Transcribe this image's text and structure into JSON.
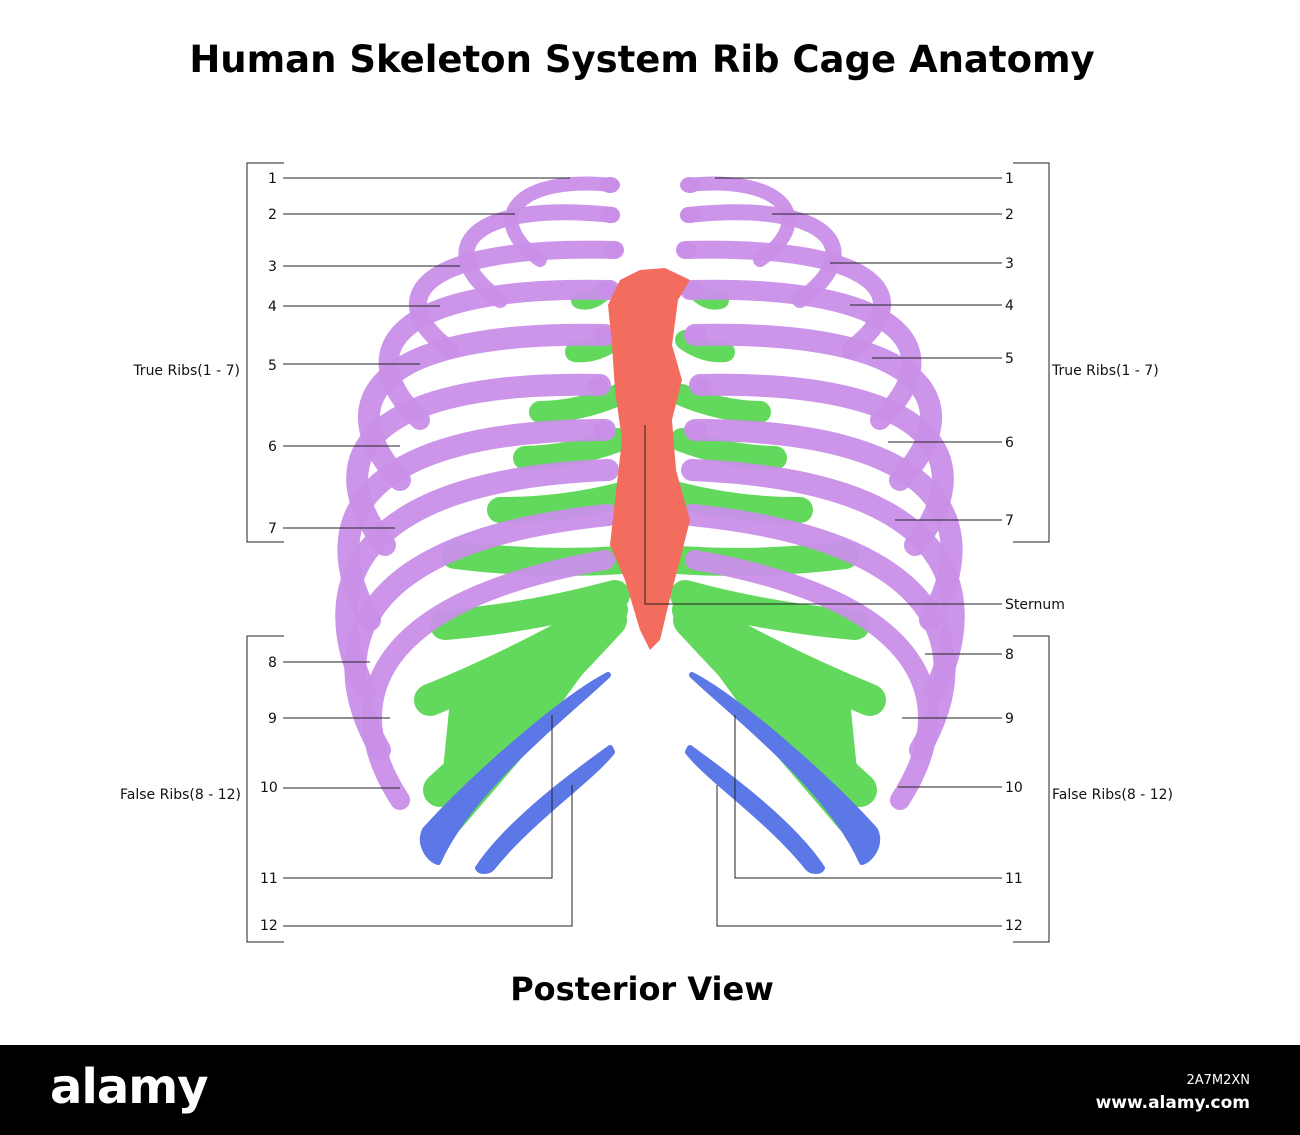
{
  "title": "Human Skeleton System Rib Cage Anatomy",
  "subtitle": "Posterior View",
  "colors": {
    "true_ribs": "#c98fe8",
    "costal_cartilage": "#62d85c",
    "sternum": "#f26d5e",
    "floating_ribs": "#5b78e6",
    "background": "#ffffff"
  },
  "left_labels": [
    "1",
    "2",
    "3",
    "4",
    "5",
    "6",
    "7",
    "8",
    "9",
    "10",
    "11",
    "12"
  ],
  "right_labels": [
    "1",
    "2",
    "3",
    "4",
    "5",
    "6",
    "7",
    "8",
    "9",
    "10",
    "11",
    "12"
  ],
  "groups": {
    "true_ribs": "True Ribs(1 - 7)",
    "false_ribs": "False Ribs(8 - 12)"
  },
  "sternum_label": "Sternum",
  "footer": {
    "brand": "alamy",
    "image_id": "2A7M2XN",
    "site": "www.alamy.com"
  }
}
